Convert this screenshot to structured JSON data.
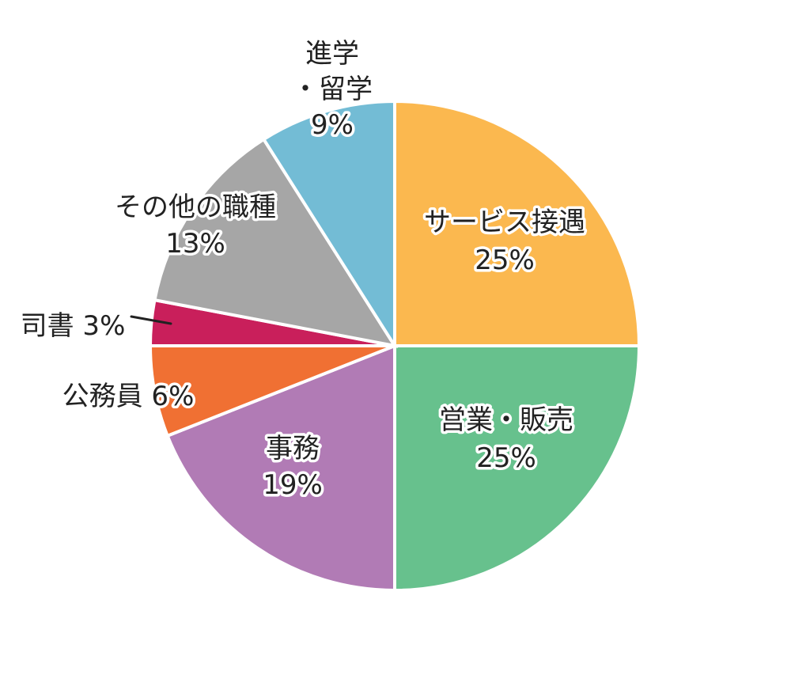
{
  "chart_data": {
    "type": "pie",
    "title": "",
    "start": "top",
    "direction": "clockwise",
    "slices": [
      {
        "label_lines": [
          "サービス接遇",
          "25%"
        ],
        "value": 25,
        "color": "#FBB84F",
        "label_placement": "inside"
      },
      {
        "label_lines": [
          "営業・販売",
          "25%"
        ],
        "value": 25,
        "color": "#67C18D",
        "label_placement": "inside"
      },
      {
        "label_lines": [
          "事務",
          "19%"
        ],
        "value": 19,
        "color": "#B17BB5",
        "label_placement": "inside"
      },
      {
        "label_lines": [
          "公務員 6%"
        ],
        "value": 6,
        "color": "#F07033",
        "label_placement": "outside"
      },
      {
        "label_lines": [
          "司書 3%"
        ],
        "value": 3,
        "color": "#C91F5B",
        "label_placement": "outside-leader"
      },
      {
        "label_lines": [
          "その他の職種",
          "13%"
        ],
        "value": 13,
        "color": "#A6A6A6",
        "label_placement": "inside"
      },
      {
        "label_lines": [
          "進学",
          "・留学",
          "9%"
        ],
        "value": 9,
        "color": "#73BCD5",
        "label_placement": "inside"
      }
    ]
  }
}
